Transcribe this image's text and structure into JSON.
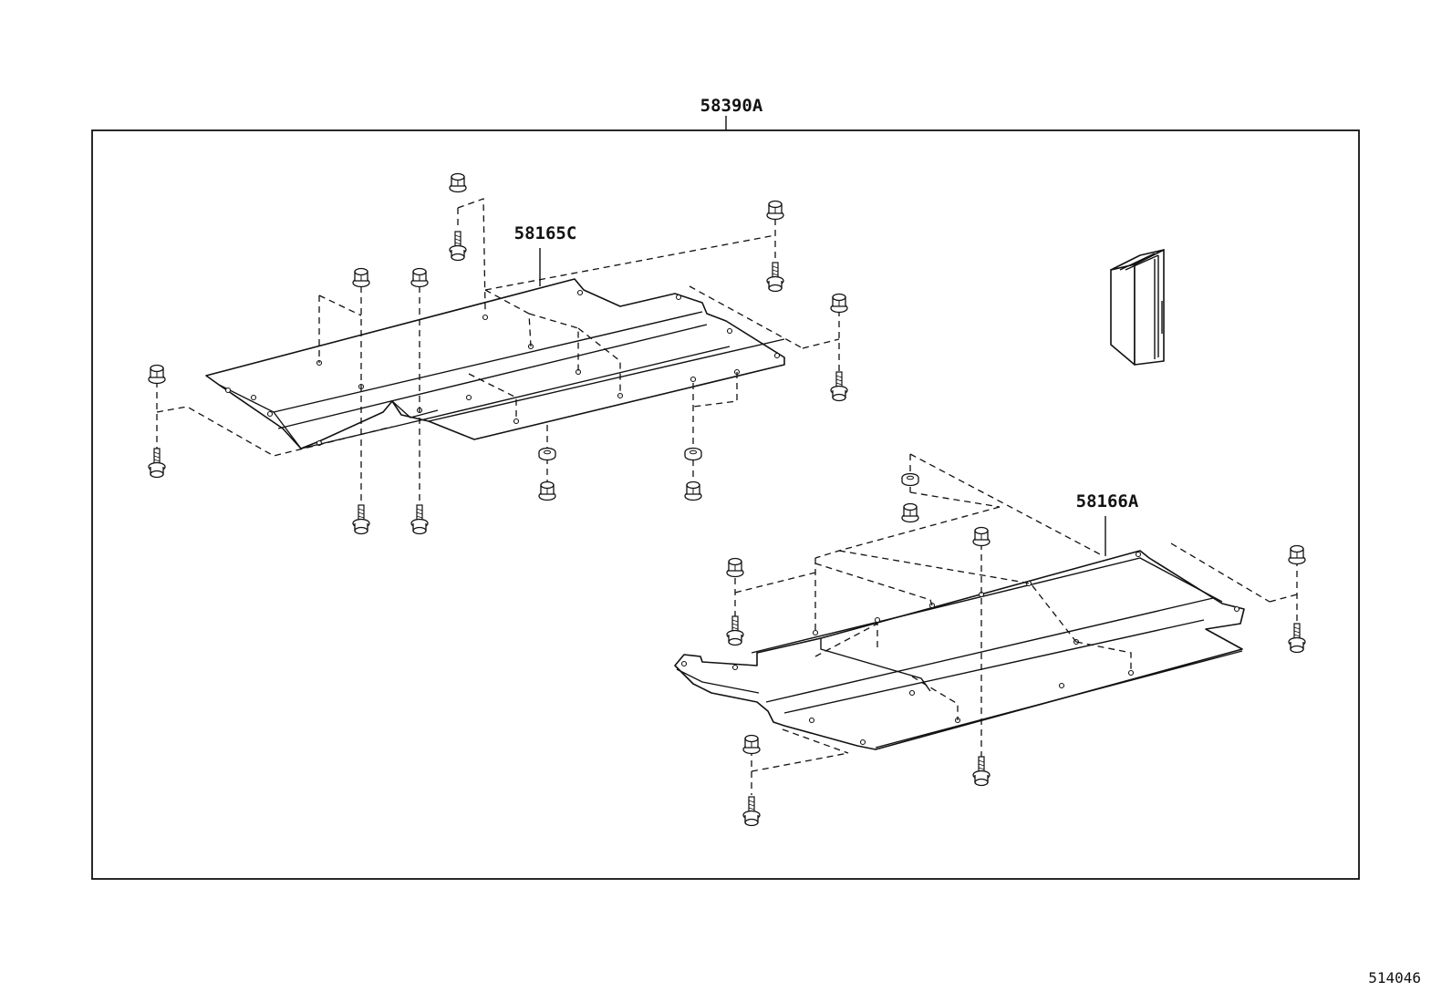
{
  "assembly": {
    "label": "58390A",
    "parts": [
      {
        "id": "front-cover",
        "label": "58165C"
      },
      {
        "id": "rear-cover",
        "label": "58166A"
      }
    ]
  },
  "figure_number": "514046",
  "icons": {
    "bolt": "flange-bolt-icon",
    "nut": "flange-nut-icon",
    "washer": "washer-icon",
    "manual": "instruction-booklet-icon"
  },
  "colors": {
    "ink": "#111111",
    "paper": "#ffffff"
  }
}
